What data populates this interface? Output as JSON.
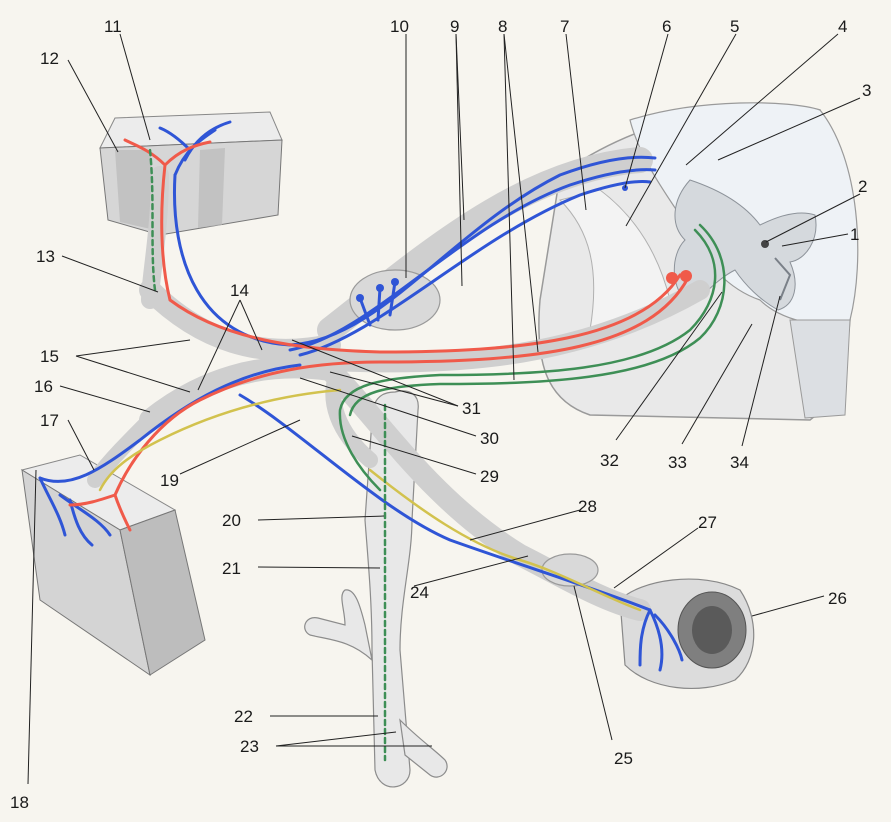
{
  "colors": {
    "paper": "#f7f5ef",
    "tissue": "#e6e6e6",
    "tissue_shade": "#c9c9c9",
    "white_matter": "#eef2f6",
    "grey_matter": "#d5d9dd",
    "sensory_fiber": "#2f55d6",
    "motor_fiber": "#f05a4a",
    "autonomic_pre": "#3e8f56",
    "autonomic_post": "#d2c24e"
  },
  "labels": {
    "l1": "1",
    "l2": "2",
    "l3": "3",
    "l4": "4",
    "l5": "5",
    "l6": "6",
    "l7": "7",
    "l8": "8",
    "l9": "9",
    "l10": "10",
    "l11": "11",
    "l12": "12",
    "l13": "13",
    "l14": "14",
    "l15": "15",
    "l16": "16",
    "l17": "17",
    "l18": "18",
    "l19": "19",
    "l20": "20",
    "l21": "21",
    "l22": "22",
    "l23": "23",
    "l24": "24",
    "l25": "25",
    "l26": "26",
    "l27": "27",
    "l28": "28",
    "l29": "29",
    "l30": "30",
    "l31": "31",
    "l32": "32",
    "l33": "33",
    "l34": "34"
  }
}
